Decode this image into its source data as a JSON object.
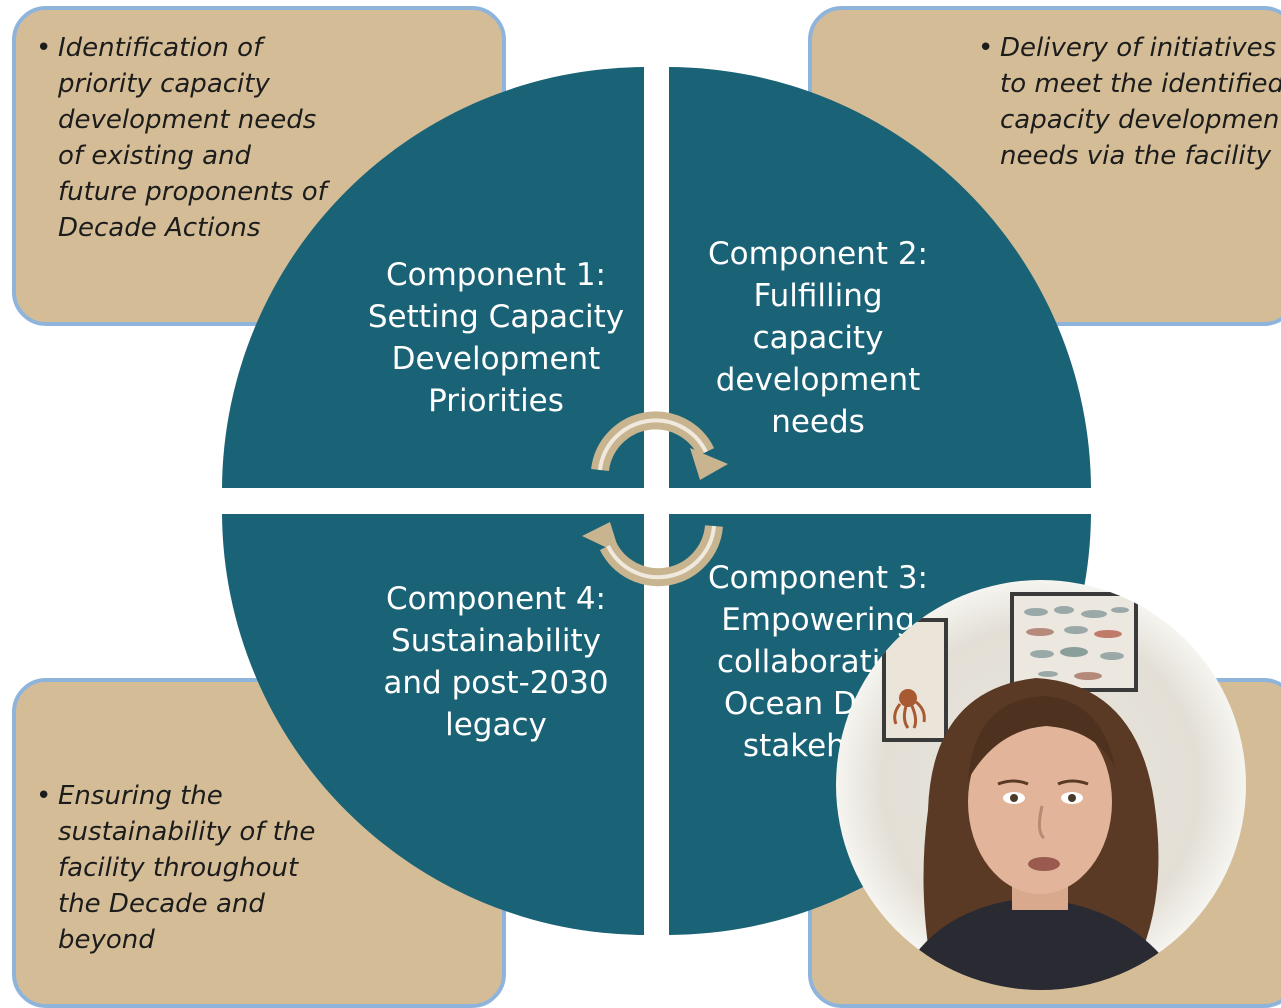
{
  "boxes": {
    "top_left": {
      "text": "Identification of priority capacity development needs of existing and future proponents of Decade Actions"
    },
    "top_right": {
      "text": "Delivery of initiatives to meet the identified capacity development needs via the facility"
    },
    "bottom_left": {
      "text": "Ensuring the sustainability of the facility throughout the Decade and beyond"
    }
  },
  "components": [
    {
      "lines": [
        "Component 1:",
        "Setting Capacity",
        "Development",
        "Priorities"
      ]
    },
    {
      "lines": [
        "Component 2:",
        "Fulfilling",
        "capacity",
        "development",
        "needs"
      ]
    },
    {
      "lines": [
        "Component 3:",
        "Empowering",
        "collaboration",
        "Ocean Deca",
        "stakehold"
      ]
    },
    {
      "lines": [
        "Component 4:",
        "Sustainability",
        "and post-2030",
        "legacy"
      ]
    }
  ],
  "colors": {
    "quadrant": "#1a6275",
    "box_fill": "#d4bd96",
    "box_border": "#8fb4dc",
    "arrow": "#c8b48f"
  },
  "icons": {
    "cycle_arrow_top": "curved-arrow-clockwise-icon",
    "cycle_arrow_bottom": "curved-arrow-clockwise-icon"
  },
  "overlay": {
    "type": "presenter-video-circle"
  }
}
